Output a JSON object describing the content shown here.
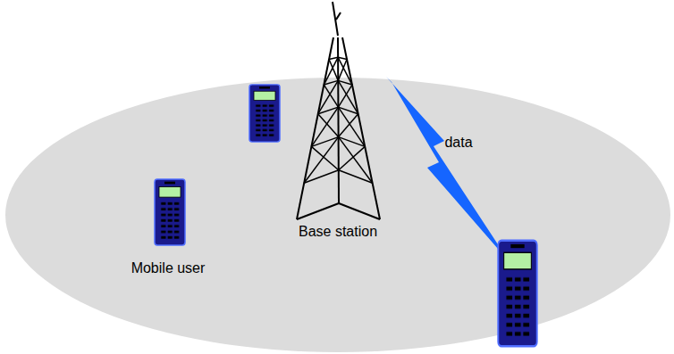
{
  "diagram": {
    "labels": [
      "Base station",
      "Mobile user",
      "data"
    ]
  }
}
